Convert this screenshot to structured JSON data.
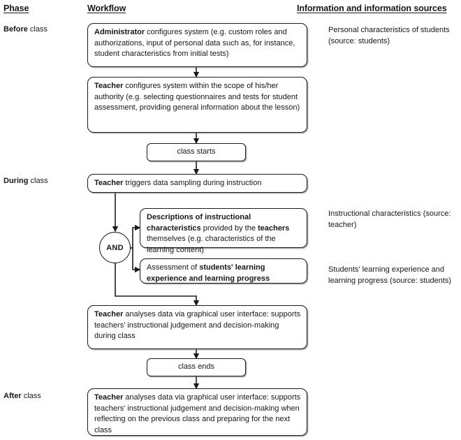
{
  "headers": {
    "phase": "Phase",
    "workflow": "Workflow",
    "information": "Information and information sources"
  },
  "phases": [
    {
      "id": "before",
      "emphasis": "Before",
      "rest": " class"
    },
    {
      "id": "during",
      "emphasis": "During",
      "rest": " class"
    },
    {
      "id": "after",
      "emphasis": "After",
      "rest": " class"
    }
  ],
  "nodes": {
    "admin_configures": {
      "text": "Administrator configures system (e.g. custom roles and authorizations, input of personal data such as, for instance, student characteristics from initial tests)",
      "bold_lead": "Administrator"
    },
    "teacher_configures": {
      "text": "Teacher configures system within the scope of his/her authority (e.g. selecting questionnaires and tests for student assessment, providing general information about the lesson)",
      "bold_lead": "Teacher"
    },
    "class_starts": {
      "text": "class starts"
    },
    "teacher_triggers": {
      "text": "Teacher triggers data sampling during instruction",
      "bold_lead": "Teacher"
    },
    "and_gate": {
      "text": "AND"
    },
    "descriptions_instructional": {
      "text": "Descriptions of instructional characteristics provided by the teachers themselves (e.g. characteristics of the learning content)",
      "bold_lead": "Descriptions of instructional characteristics",
      "bold_inline": "teachers"
    },
    "assessment_learning": {
      "text": "Assessment of students' learning experience and learning progress",
      "bold_inline": "students' learning experience and learning progress"
    },
    "teacher_analyses_during": {
      "text": "Teacher analyses data via graphical user interface: supports teachers' instructional judgement and decision-making during class",
      "bold_lead": "Teacher"
    },
    "class_ends": {
      "text": "class ends"
    },
    "teacher_analyses_after": {
      "text": "Teacher analyses data via graphical user interface: supports teachers' instructional judgement and decision-making when reflecting on the previous class and preparing for the next class",
      "bold_lead": "Teacher"
    }
  },
  "annotations": {
    "personal_characteristics": "Personal characteristics of students (source: students)",
    "instructional_characteristics": "Instructional characteristics (source: teacher)",
    "students_learning": "Students' learning experience and learning progress (source: students)"
  },
  "colors": {
    "stroke": "#1a1a1a",
    "text": "#17171c",
    "shadow": "#787878",
    "background": "#ffffff"
  }
}
